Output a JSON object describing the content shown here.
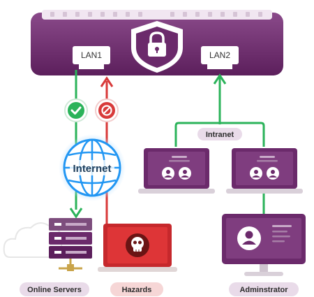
{
  "ports": {
    "lan1": "LAN1",
    "lan2": "LAN2"
  },
  "internet_label": "Internet",
  "intranet_label": "Intranet",
  "labels": {
    "online_servers": "Online Servers",
    "hazards": "Hazards",
    "administrator": "Adminstrator"
  },
  "colors": {
    "router": "#6b2a6b",
    "router_light": "#8a4a8a",
    "green": "#2bb35a",
    "red": "#d83a3a",
    "globe": "#2196f3",
    "pill_purple": "#e9dbe9",
    "pill_red": "#f6d6d6"
  },
  "icons": [
    "lock-icon",
    "check-icon",
    "no-entry-icon",
    "globe-icon",
    "server-icon",
    "skull-icon",
    "users-icon",
    "admin-icon",
    "cloud-icon"
  ]
}
